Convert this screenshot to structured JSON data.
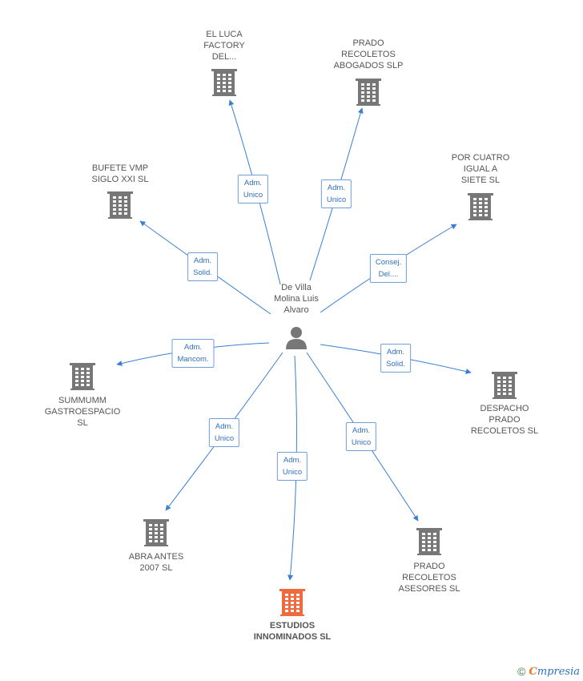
{
  "center": {
    "label": "De Villa\nMolina Luis\nAlvaro",
    "icon": "person-icon",
    "color": "#777777"
  },
  "companies": [
    {
      "id": "el-luca",
      "label": "EL LUCA\nFACTORY\nDEL...",
      "color": "#777777",
      "highlight": false
    },
    {
      "id": "prado-abogados",
      "label": "PRADO\nRECOLETOS\nABOGADOS  SLP",
      "color": "#777777",
      "highlight": false
    },
    {
      "id": "bufete-vmp",
      "label": "BUFETE VMP\nSIGLO XXI SL",
      "color": "#777777",
      "highlight": false
    },
    {
      "id": "por-cuatro",
      "label": "POR CUATRO\nIGUAL A\nSIETE SL",
      "color": "#777777",
      "highlight": false
    },
    {
      "id": "summumm",
      "label": "SUMMUMM\nGASTROESPACIO\nSL",
      "color": "#777777",
      "highlight": false
    },
    {
      "id": "despacho-prado",
      "label": "DESPACHO\nPRADO\nRECOLETOS SL",
      "color": "#777777",
      "highlight": false
    },
    {
      "id": "abra-antes",
      "label": "ABRA ANTES\n2007 SL",
      "color": "#777777",
      "highlight": false
    },
    {
      "id": "prado-asesores",
      "label": "PRADO\nRECOLETOS\nASESORES SL",
      "color": "#777777",
      "highlight": false
    },
    {
      "id": "estudios",
      "label": "ESTUDIOS\nINNOMINADOS SL",
      "color": "#ef6a3c",
      "highlight": true
    }
  ],
  "edges": [
    {
      "target": "el-luca",
      "role": "Adm.\nUnico"
    },
    {
      "target": "prado-abogados",
      "role": "Adm.\nUnico"
    },
    {
      "target": "bufete-vmp",
      "role": "Adm.\nSolid."
    },
    {
      "target": "por-cuatro",
      "role": "Consej.\nDel...."
    },
    {
      "target": "summumm",
      "role": "Adm.\nMancom."
    },
    {
      "target": "despacho-prado",
      "role": "Adm.\nSolid."
    },
    {
      "target": "abra-antes",
      "role": "Adm.\nUnico"
    },
    {
      "target": "prado-asesores",
      "role": "Adm.\nUnico"
    },
    {
      "target": "estudios",
      "role": "Adm.\nUnico"
    }
  ],
  "colors": {
    "edge": "#3a7fd0",
    "building": "#777777",
    "building_highlight": "#ef6a3c"
  },
  "footer": {
    "copyright": "©",
    "brand_first": "C",
    "brand_rest": "mpresia"
  }
}
